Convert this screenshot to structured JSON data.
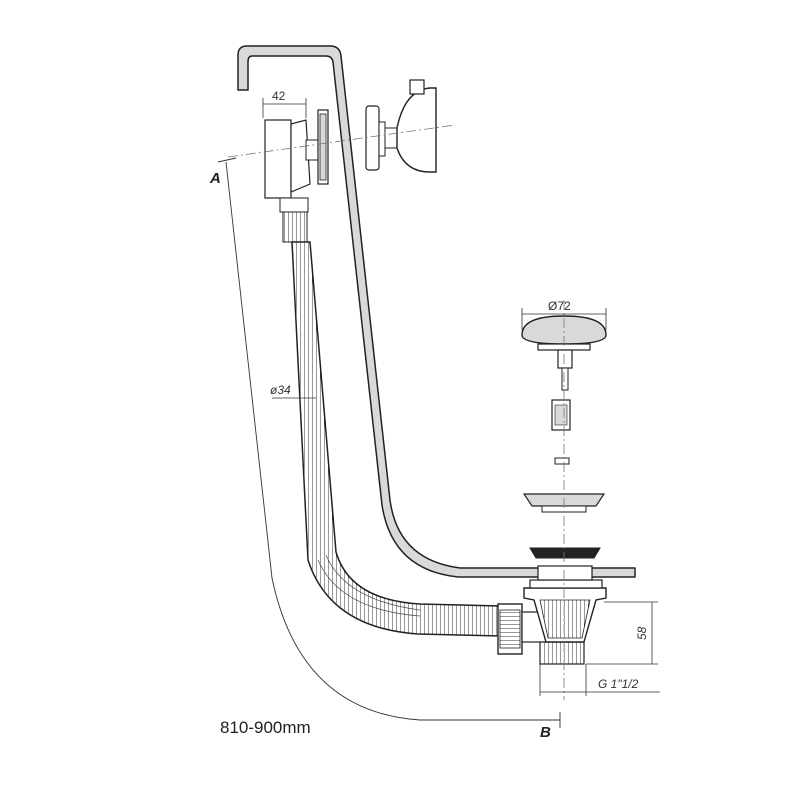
{
  "labels": {
    "point_a": "A",
    "point_b": "B",
    "dim_overflow_width": "42",
    "dim_hose_diameter": "ø34",
    "dim_plug_diameter": "Ø72",
    "dim_height": "58",
    "dim_thread": "G 1\"1/2",
    "length_range": "810-900mm"
  },
  "colors": {
    "line": "#222222",
    "fill_grey": "#d9d9d9",
    "dash": "#777777"
  }
}
